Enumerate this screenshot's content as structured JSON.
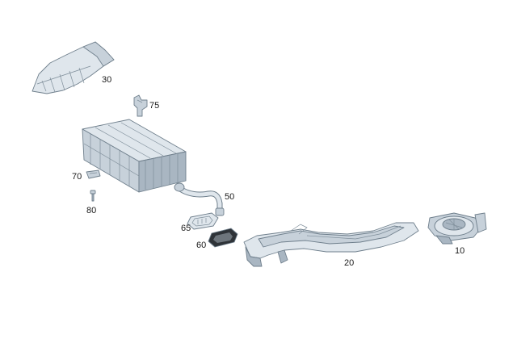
{
  "diagram": {
    "parts": [
      {
        "id": "part-30",
        "number": "30"
      },
      {
        "id": "part-75",
        "number": "75"
      },
      {
        "id": "part-70",
        "number": "70"
      },
      {
        "id": "part-80",
        "number": "80"
      },
      {
        "id": "part-50",
        "number": "50"
      },
      {
        "id": "part-65",
        "number": "65"
      },
      {
        "id": "part-60",
        "number": "60"
      },
      {
        "id": "part-20",
        "number": "20"
      },
      {
        "id": "part-10",
        "number": "10"
      }
    ]
  },
  "colors": {
    "part_light": "#dfe6ec",
    "part_mid": "#c7d1da",
    "part_dark": "#a9b6c2",
    "seal_black": "#2e3338",
    "outline": "#6f7f8c",
    "label_text": "#1a1a1a"
  }
}
